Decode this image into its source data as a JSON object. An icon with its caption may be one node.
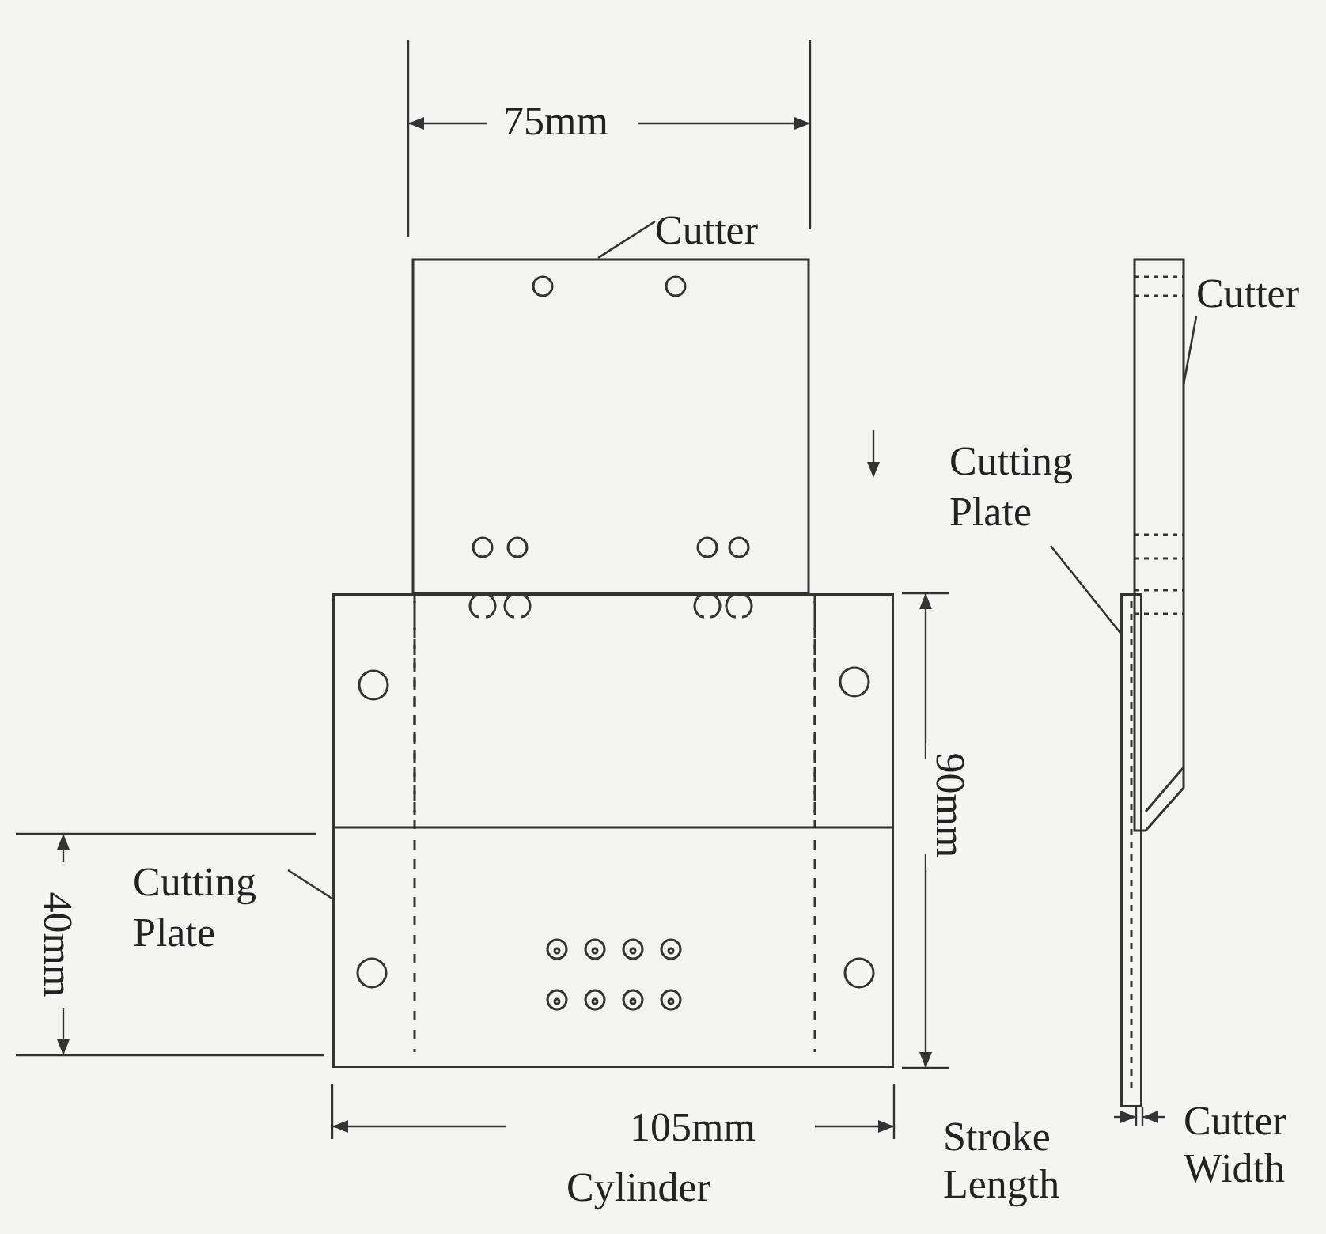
{
  "diagram": {
    "nodes": [
      {
        "text": [
          "Cutter"
        ]
      },
      {
        "text": [],
        "shape": "box"
      },
      {
        "text": [
          "Cutting Plate"
        ]
      },
      {
        "text": [],
        "shape": "box"
      },
      {
        "text": [
          "Cutter"
        ]
      },
      {
        "text": [],
        "shape": "bar"
      },
      {
        "text": [
          "Cutting Plate"
        ]
      },
      {
        "text": [],
        "shape": "bar"
      }
    ],
    "edges": [
      {
        "from": 0,
        "to": 1,
        "arrow": "none"
      },
      {
        "from": 2,
        "to": 3,
        "arrow": "none"
      },
      {
        "from": 4,
        "to": 5,
        "arrow": "none"
      },
      {
        "from": 6,
        "to": 7,
        "arrow": "none"
      }
    ],
    "labels": [
      "75mm",
      "90mm",
      "40mm",
      "105mm",
      "Cylinder",
      "Stroke Length",
      "Cutter Width"
    ]
  }
}
